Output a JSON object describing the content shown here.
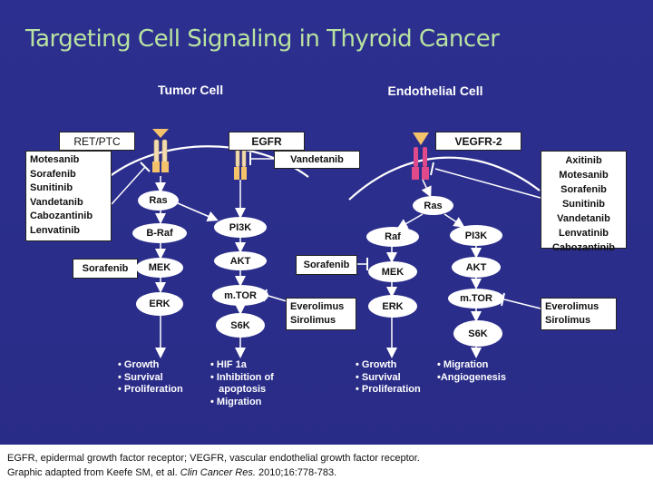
{
  "slide": {
    "title": "Targeting Cell Signaling in Thyroid Cancer",
    "tumor_cell_label": "Tumor Cell",
    "endothelial_cell_label": "Endothelial Cell",
    "footer": {
      "line1": "EGFR, epidermal growth factor receptor; VEGFR, vascular endothelial growth factor receptor.",
      "line2_prefix": "Graphic adapted from Keefe SM, et al. ",
      "line2_journal": "Clin Cancer Res.",
      "line2_suffix": " 2010;16:778-783."
    }
  },
  "receptors": {
    "ret_ptc": "RET/PTC",
    "egfr": "EGFR",
    "vegfr2": "VEGFR-2"
  },
  "drugs": {
    "ret_ptc_list": [
      "Motesanib",
      "Sorafenib",
      "Sunitinib",
      "Vandetanib",
      "Cabozantinib",
      "Lenvatinib"
    ],
    "egfr": "Vandetanib",
    "vegfr_list": [
      "Axitinib",
      "Motesanib",
      "Sorafenib",
      "Sunitinib",
      "Vandetanib",
      "Lenvatinib",
      "Cabozantinib"
    ],
    "sorafenib_mek": "Sorafenib",
    "sorafenib_raf": "Sorafenib",
    "everolimus_center": [
      "Everolimus",
      "Sirolimus"
    ],
    "everolimus_right": [
      "Everolimus",
      "Sirolimus"
    ]
  },
  "tumor_nodes": {
    "ras": "Ras",
    "braf": "B-Raf",
    "mek": "MEK",
    "erk": "ERK",
    "pi3k": "PI3K",
    "akt": "AKT",
    "mtor": "m.TOR",
    "s6k": "S6K"
  },
  "endo_nodes": {
    "ras": "Ras",
    "raf": "Raf",
    "mek": "MEK",
    "erk": "ERK",
    "pi3k": "PI3K",
    "akt": "AKT",
    "mtor": "m.TOR",
    "s6k": "S6K"
  },
  "outcomes": {
    "tumor_mapk": [
      "• Growth",
      "• Survival",
      "• Proliferation"
    ],
    "tumor_pi3k": [
      "• HIF 1a",
      "• Inhibition of",
      "   apoptosis",
      "• Migration"
    ],
    "endo_mapk": [
      "• Growth",
      "• Survival",
      "• Proliferation"
    ],
    "endo_pi3k": [
      "• Migration",
      "•Angiogenesis"
    ]
  },
  "colors": {
    "background": "#2b2e8a",
    "title": "#b9e3a1",
    "receptor_ligand": "#f4c26b",
    "egfr_receptor": "#f3dcb0",
    "vegfr_receptor": "#e04a8a"
  }
}
